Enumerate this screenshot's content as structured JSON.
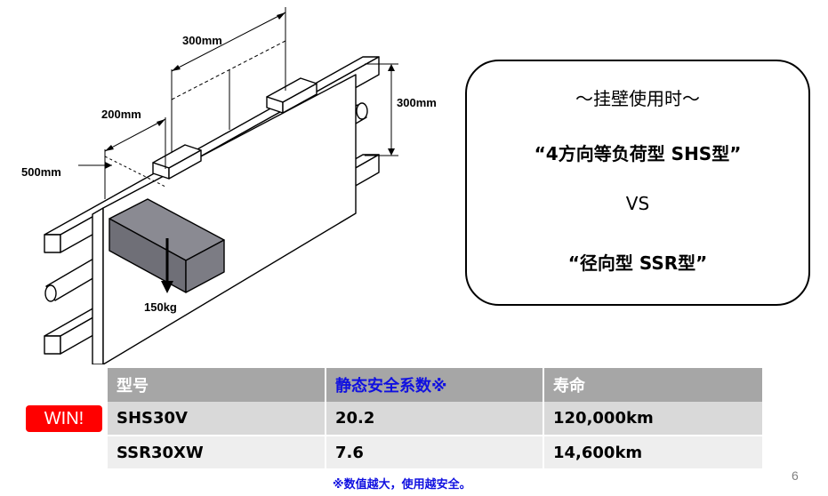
{
  "diagram": {
    "dims": {
      "top_span": "300mm",
      "height": "300mm",
      "left_span": "200mm",
      "depth": "500mm",
      "load": "150kg"
    }
  },
  "callout": {
    "line1": "～挂壁使用时～",
    "line2": "“4方向等负荷型 SHS型”",
    "line3": "VS",
    "line4": "“径向型 SSR型”"
  },
  "table": {
    "headers": [
      "型号",
      "静态安全系数※",
      "寿命"
    ],
    "rows": [
      [
        "SHS30V",
        "20.2",
        "120,000km"
      ],
      [
        "SSR30XW",
        "7.6",
        "14,600km"
      ]
    ]
  },
  "badge": "WIN!",
  "footnote": "※数值越大，使用越安全。",
  "page_number": "6"
}
